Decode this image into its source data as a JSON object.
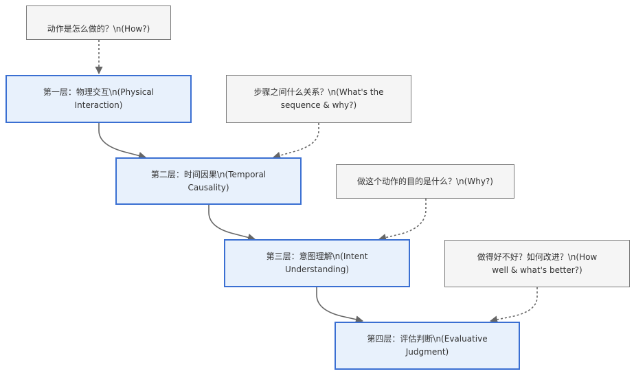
{
  "nodes": {
    "q_how": {
      "line1": "动作是怎么做的？\\n(How?)",
      "line2": ""
    },
    "layer1": {
      "line1": "第一层：物理交互\\n(Physical",
      "line2": "Interaction)"
    },
    "q_sequence": {
      "line1": "步骤之间什么关系？\\n(What's the",
      "line2": "sequence & why?)"
    },
    "layer2": {
      "line1": "第二层：时间因果\\n(Temporal",
      "line2": "Causality)"
    },
    "q_why": {
      "line1": "做这个动作的目的是什么？\\n(Why?)",
      "line2": ""
    },
    "layer3": {
      "line1": "第三层：意图理解\\n(Intent",
      "line2": "Understanding)"
    },
    "q_how_well": {
      "line1": "做得好不好？如何改进？\\n(How",
      "line2": "well & what's better?)"
    },
    "layer4": {
      "line1": "第四层：评估判断\\n(Evaluative",
      "line2": "Judgment)"
    }
  },
  "colors": {
    "layer_fill": "#e8f1fc",
    "layer_border": "#3a6fd2",
    "question_fill": "#f5f5f5",
    "question_border": "#7a7a7a",
    "edge": "#666666"
  }
}
